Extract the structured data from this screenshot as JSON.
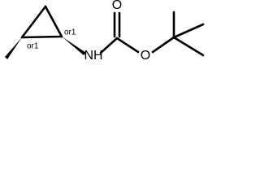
{
  "molecule": {
    "atom_labels": {
      "amide_nitrogen": "NH",
      "carbonyl_oxygen": "O",
      "ester_oxygen": "O"
    },
    "stereo_labels": {
      "ring_carbon_upper": "or1",
      "ring_carbon_lower": "or1"
    },
    "colors": {
      "bond": "#000000",
      "label": "#000000",
      "background": "#ffffff"
    }
  }
}
